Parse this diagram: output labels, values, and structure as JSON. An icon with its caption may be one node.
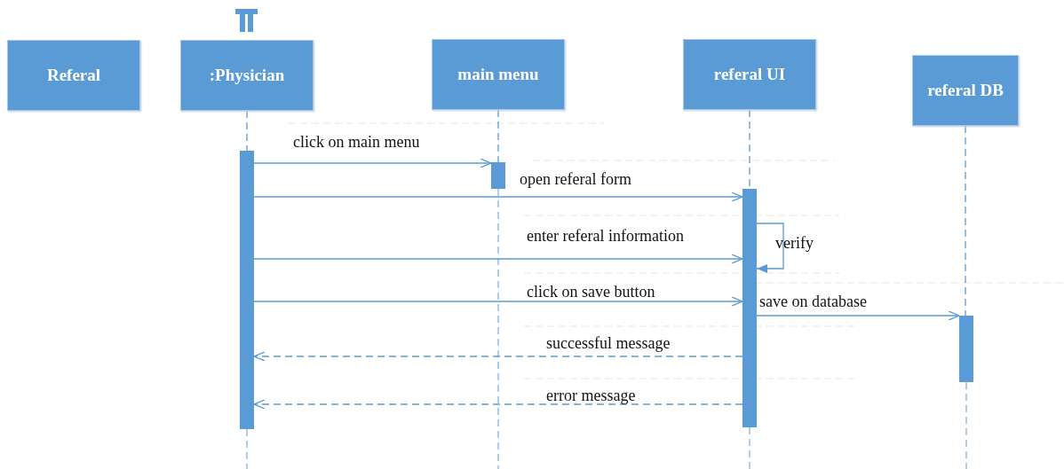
{
  "diagram": {
    "nodes": [
      {
        "text": [
          "Referal"
        ]
      },
      {
        "text": [
          ":Physician"
        ]
      },
      {
        "text": [
          "main menu"
        ]
      },
      {
        "text": [
          "referal UI"
        ]
      },
      {
        "text": [
          "referal DB"
        ]
      },
      {
        "text": [],
        "shape": "bar"
      },
      {
        "text": [],
        "shape": "bar"
      },
      {
        "text": [],
        "shape": "bar"
      },
      {
        "text": [],
        "shape": "bar"
      }
    ],
    "edges": [
      {
        "from": 1,
        "to": 5,
        "arrow": "none",
        "style": "dashed"
      },
      {
        "from": 2,
        "to": 6,
        "arrow": "none",
        "style": "dashed"
      },
      {
        "from": 3,
        "to": 7,
        "arrow": "none",
        "style": "dashed"
      },
      {
        "from": 4,
        "to": 8,
        "arrow": "none",
        "style": "dashed"
      },
      {
        "from": 5,
        "to": 6,
        "arrow": "to",
        "label": "click on main menu"
      },
      {
        "from": 5,
        "to": 7,
        "arrow": "to",
        "label": "open referal form"
      },
      {
        "from": 5,
        "to": 7,
        "arrow": "to",
        "label": "enter referal information"
      },
      {
        "from": 7,
        "to": 7,
        "arrow": "to",
        "label": "verify"
      },
      {
        "from": 5,
        "to": 7,
        "arrow": "to",
        "label": "click on save button"
      },
      {
        "from": 7,
        "to": 8,
        "arrow": "to",
        "label": "save on database"
      },
      {
        "from": 7,
        "to": 5,
        "arrow": "to",
        "label": "successful message",
        "style": "dashed"
      },
      {
        "from": 7,
        "to": 5,
        "arrow": "to",
        "label": "error message",
        "style": "dashed"
      }
    ]
  }
}
